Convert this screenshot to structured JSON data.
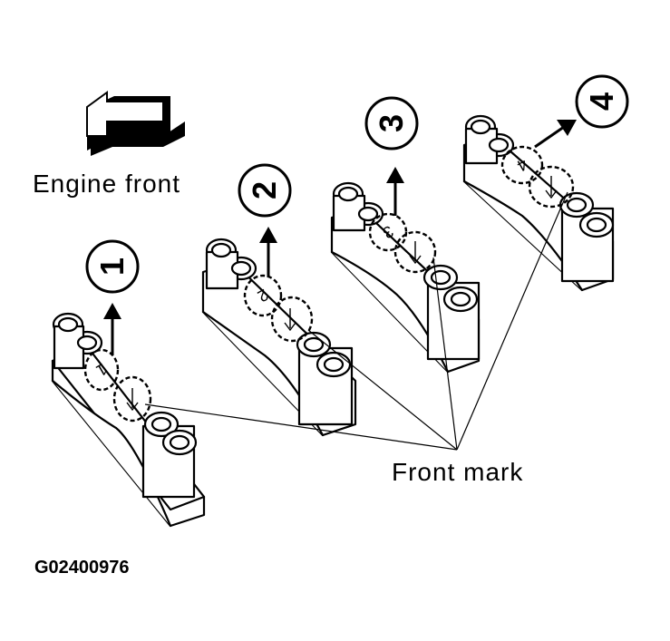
{
  "labels": {
    "engine_front": "Engine front",
    "front_mark": "Front mark",
    "figure_id": "G02400976"
  },
  "caps": [
    {
      "number": "1",
      "mark": "1"
    },
    {
      "number": "2",
      "mark": "2"
    },
    {
      "number": "3",
      "mark": "3"
    },
    {
      "number": "4",
      "mark": "4"
    }
  ],
  "colors": {
    "ink": "#000000",
    "background": "#ffffff"
  },
  "icons": {
    "direction": "block-arrow-left-icon"
  }
}
